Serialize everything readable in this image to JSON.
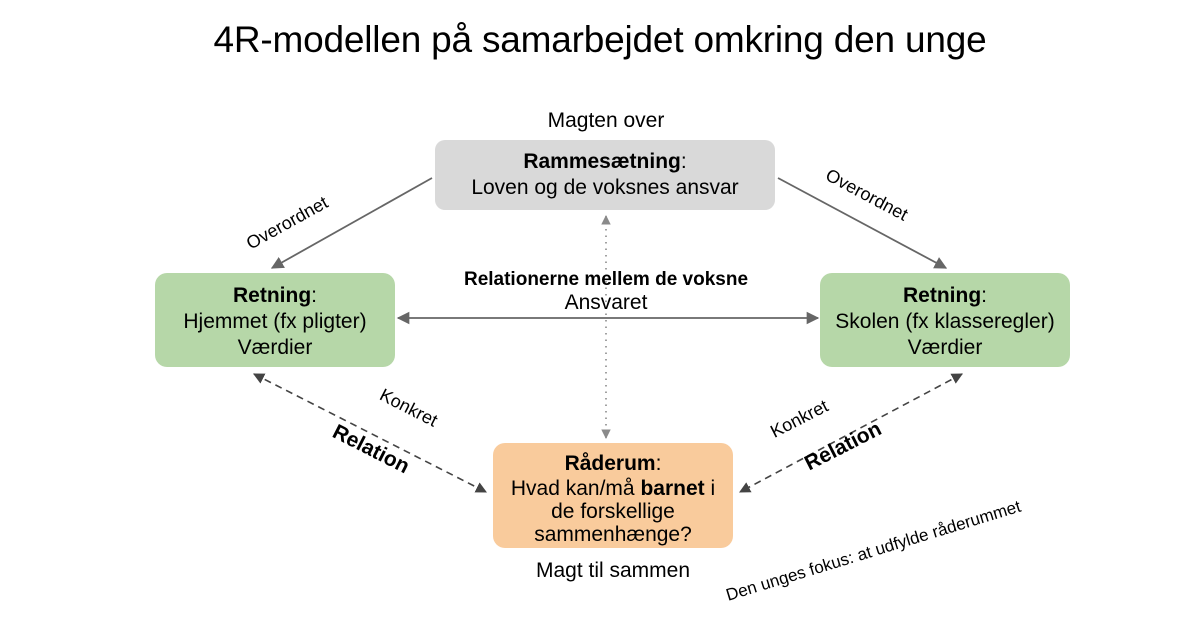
{
  "title": "4R-modellen på samarbejdet omkring den unge",
  "nodes": {
    "frame": {
      "caption_above": "Magten over",
      "title": "Rammesætning",
      "colon": ":",
      "line2": "Loven og de voksnes ansvar",
      "color": "#d9d9d9"
    },
    "home": {
      "title": "Retning",
      "colon": ":",
      "line2": "Hjemmet (fx pligter)",
      "line3": "Værdier",
      "color": "#b6d7a8"
    },
    "school": {
      "title": "Retning",
      "colon": ":",
      "line2": "Skolen (fx klasseregler)",
      "line3": "Værdier",
      "color": "#b6d7a8"
    },
    "room": {
      "title": "Råderum",
      "colon": ":",
      "line2_pre": "Hvad kan/må ",
      "line2_bold": "barnet",
      "line2_post": " i",
      "line3": "de forskellige",
      "line4": "sammenhænge?",
      "caption_below": "Magt til sammen",
      "color": "#f9cb9c"
    }
  },
  "edges": {
    "left_top_label": "Overordnet",
    "right_top_label": "Overordnet",
    "left_bottom_label_1": "Konkret",
    "left_bottom_label_2": "Relation",
    "right_bottom_label_1": "Konkret",
    "right_bottom_label_2": "Relation",
    "center_bold": "Relationerne mellem de voksne",
    "center_plain": "Ansvaret",
    "focus_note": "Den unges fokus: at udfylde råderummet"
  }
}
